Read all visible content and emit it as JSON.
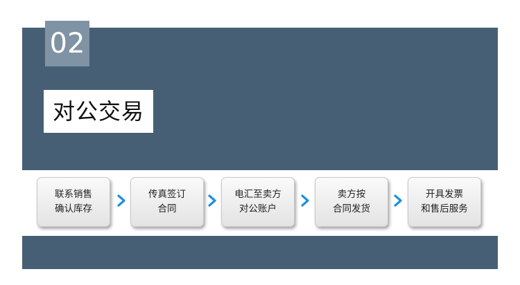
{
  "section": {
    "number": "02",
    "title": "对公交易"
  },
  "steps": [
    {
      "line1": "联系销售",
      "line2": "确认库存"
    },
    {
      "line1": "传真签订",
      "line2": "合同"
    },
    {
      "line1": "电汇至卖方",
      "line2": "对公账户"
    },
    {
      "line1": "卖方按",
      "line2": "合同发货"
    },
    {
      "line1": "开具发票",
      "line2": "和售后服务"
    }
  ],
  "icons": {
    "arrow": "chevron-right-icon"
  },
  "colors": {
    "banner": "#465f75",
    "number_badge": "#7f93a4",
    "arrow": "#1e8fe0"
  }
}
